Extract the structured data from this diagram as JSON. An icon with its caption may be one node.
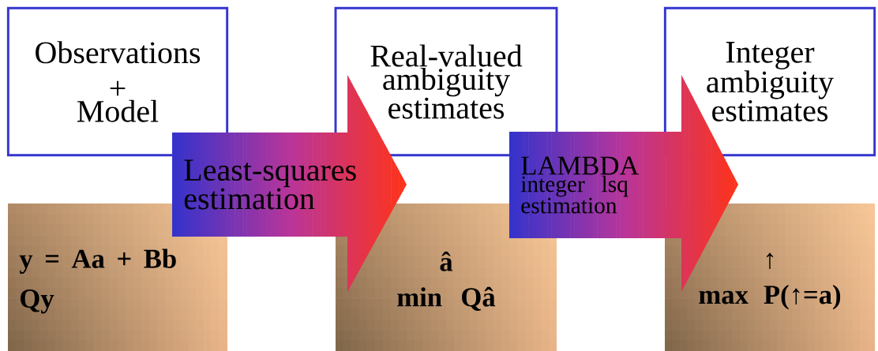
{
  "diagram": {
    "nodes": [
      {
        "text": [
          "Observations",
          "+",
          "Model"
        ]
      },
      {
        "text": [
          "Real-valued ambiguity estimates"
        ]
      },
      {
        "text": [
          "Integer ambiguity estimates"
        ]
      },
      {
        "text": [
          "y = Aa + Bb",
          "Qy"
        ]
      },
      {
        "text": [
          "â",
          "min Qâ"
        ]
      },
      {
        "text": [
          "↑",
          "max P(↑=a)"
        ]
      },
      {
        "text": [
          "Least-squares estimation"
        ]
      },
      {
        "text": [
          "LAMBDA",
          "integer lsq estimation"
        ]
      }
    ]
  }
}
